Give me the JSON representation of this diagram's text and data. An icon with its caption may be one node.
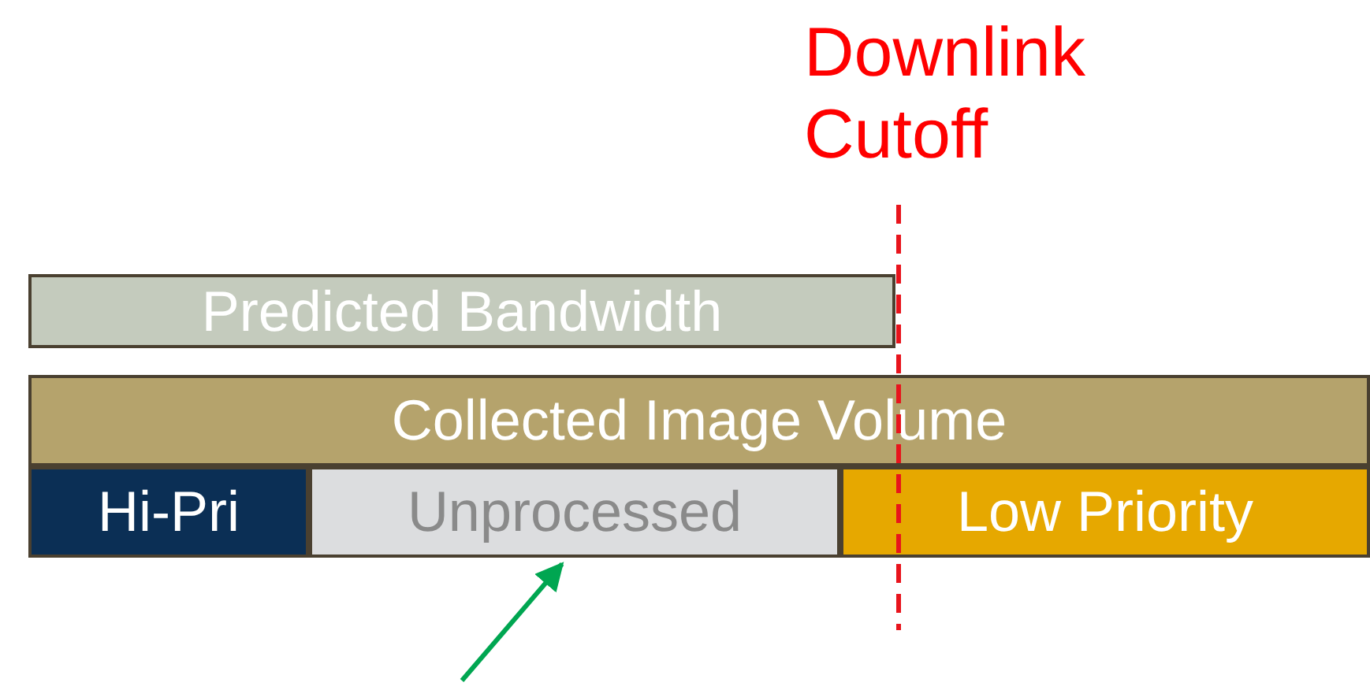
{
  "diagram": {
    "nodes": [
      {
        "text": [
          "Predicted Bandwidth"
        ]
      },
      {
        "text": [
          "Collected Image Volume"
        ]
      },
      {
        "text": [
          "Hi-Pri"
        ]
      },
      {
        "text": [
          "Unprocessed"
        ]
      },
      {
        "text": [
          "Low Priority"
        ]
      }
    ],
    "edges": [
      {
        "from": null,
        "to": 3,
        "arrow": "to",
        "color": "#00a651"
      }
    ],
    "labels": [
      "Downlink Cutoff"
    ]
  }
}
